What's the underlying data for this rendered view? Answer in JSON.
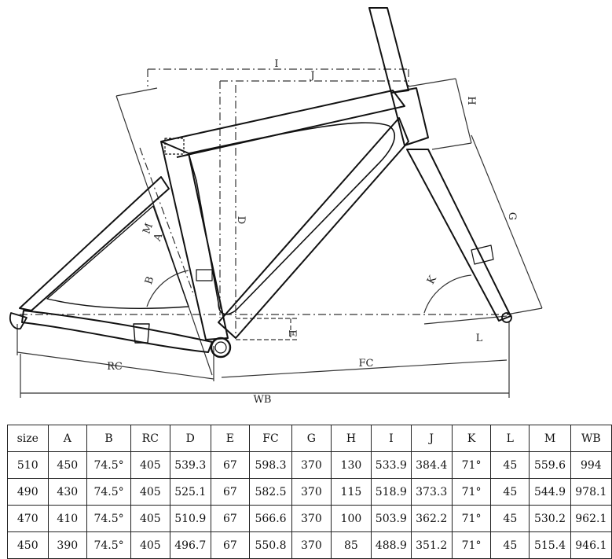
{
  "diagram": {
    "labels": {
      "I": "I",
      "J": "J",
      "H": "H",
      "G": "G",
      "D": "D",
      "M": "M",
      "A": "A",
      "B": "B",
      "K": "K",
      "L": "L",
      "E": "E",
      "RC": "RC",
      "FC": "FC",
      "WB": "WB"
    }
  },
  "table": {
    "headers": [
      "size",
      "A",
      "B",
      "RC",
      "D",
      "E",
      "FC",
      "G",
      "H",
      "I",
      "J",
      "K",
      "L",
      "M",
      "WB"
    ],
    "rows": [
      [
        "510",
        "450",
        "74.5°",
        "405",
        "539.3",
        "67",
        "598.3",
        "370",
        "130",
        "533.9",
        "384.4",
        "71°",
        "45",
        "559.6",
        "994"
      ],
      [
        "490",
        "430",
        "74.5°",
        "405",
        "525.1",
        "67",
        "582.5",
        "370",
        "115",
        "518.9",
        "373.3",
        "71°",
        "45",
        "544.9",
        "978.1"
      ],
      [
        "470",
        "410",
        "74.5°",
        "405",
        "510.9",
        "67",
        "566.6",
        "370",
        "100",
        "503.9",
        "362.2",
        "71°",
        "45",
        "530.2",
        "962.1"
      ],
      [
        "450",
        "390",
        "74.5°",
        "405",
        "496.7",
        "67",
        "550.8",
        "370",
        "85",
        "488.9",
        "351.2",
        "71°",
        "45",
        "515.4",
        "946.1"
      ]
    ]
  }
}
